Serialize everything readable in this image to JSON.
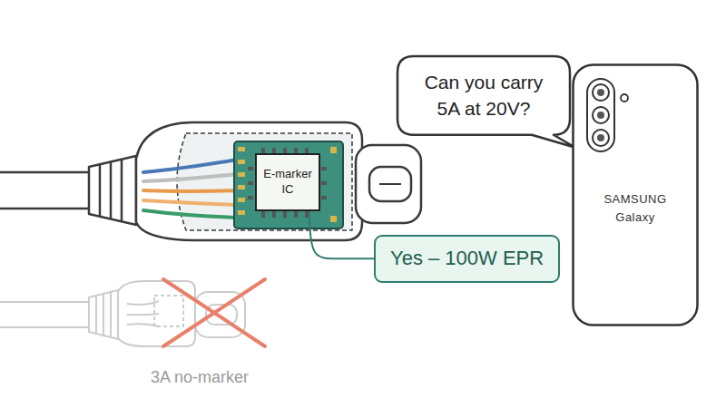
{
  "diagram": {
    "nodes": [
      {
        "text": [
          "E-marker IC"
        ]
      },
      {
        "text": [
          "Yes – 100W EPR"
        ]
      },
      {
        "text": [
          "Can you carry 5A at 20V?"
        ]
      },
      {
        "text": [
          "SAMSUNG Galaxy"
        ]
      }
    ],
    "edges": [
      {
        "from": 0,
        "to": 1,
        "arrow": "none"
      }
    ],
    "labels": [
      "3A no-marker"
    ]
  }
}
